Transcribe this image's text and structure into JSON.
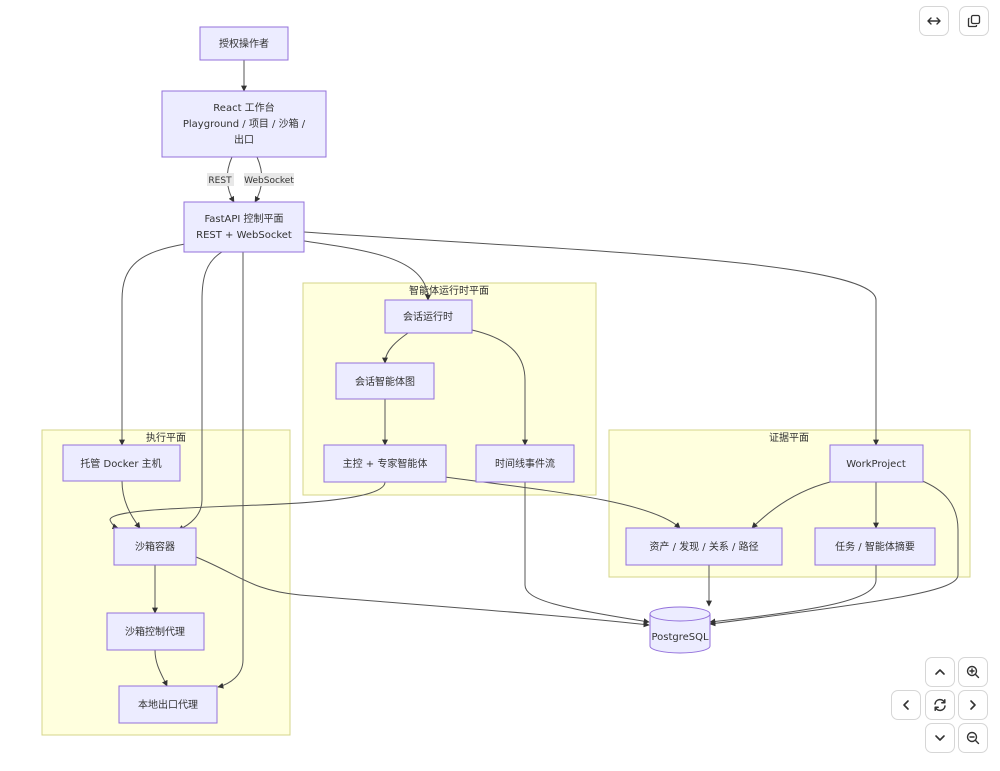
{
  "nodes": {
    "operator": {
      "lines": [
        "授权操作者"
      ]
    },
    "react": {
      "lines": [
        "React 工作台",
        "Playground / 项目 / 沙箱 /",
        "出口"
      ]
    },
    "fastapi": {
      "lines": [
        "FastAPI 控制平面",
        "REST + WebSocket"
      ]
    },
    "session_runtime": {
      "lines": [
        "会话运行时"
      ]
    },
    "agent_graph": {
      "lines": [
        "会话智能体图"
      ]
    },
    "master_agents": {
      "lines": [
        "主控 + 专家智能体"
      ]
    },
    "timeline": {
      "lines": [
        "时间线事件流"
      ]
    },
    "docker_host": {
      "lines": [
        "托管 Docker 主机"
      ]
    },
    "sandbox": {
      "lines": [
        "沙箱容器"
      ]
    },
    "sandbox_proxy": {
      "lines": [
        "沙箱控制代理"
      ]
    },
    "egress_proxy": {
      "lines": [
        "本地出口代理"
      ]
    },
    "workproject": {
      "lines": [
        "WorkProject"
      ]
    },
    "assets": {
      "lines": [
        "资产 / 发现 / 关系 / 路径"
      ]
    },
    "tasks": {
      "lines": [
        "任务 / 智能体摘要"
      ]
    },
    "postgres": {
      "lines": [
        "PostgreSQL"
      ]
    }
  },
  "clusters": {
    "agent_runtime": "智能体运行时平面",
    "execution": "执行平面",
    "evidence": "证据平面"
  },
  "edge_labels": {
    "rest": "REST",
    "websocket": "WebSocket"
  },
  "controls": {
    "expand": "expand-icon",
    "copy": "copy-icon",
    "pan_up": "chevron-up-icon",
    "zoom_in": "zoom-in-icon",
    "pan_left": "chevron-left-icon",
    "reset": "reset-icon",
    "pan_right": "chevron-right-icon",
    "pan_down": "chevron-down-icon",
    "zoom_out": "zoom-out-icon"
  }
}
